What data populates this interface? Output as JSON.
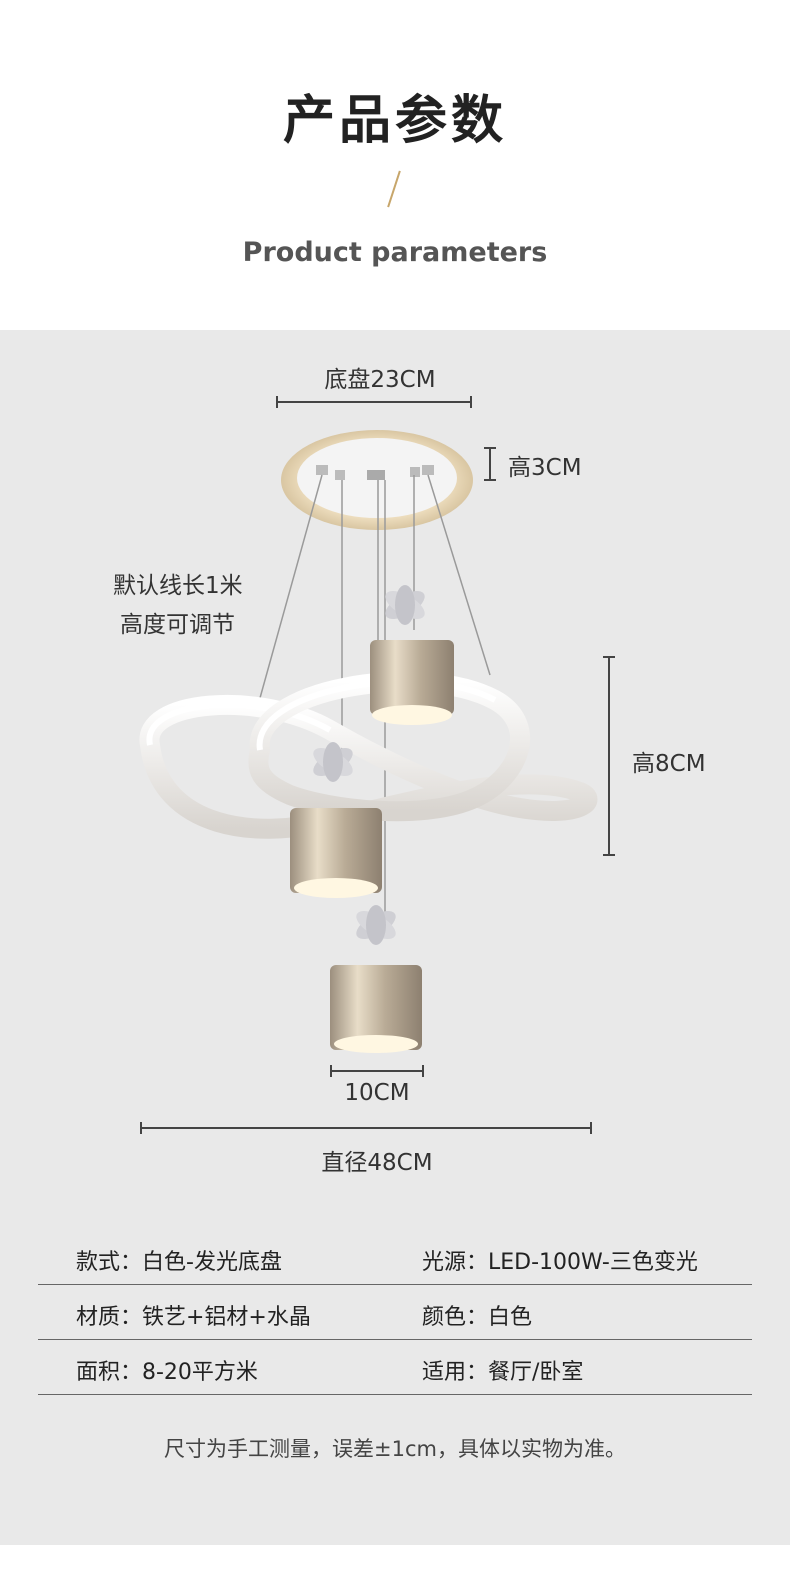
{
  "header": {
    "title_cn": "产品参数",
    "title_en": "Product parameters",
    "accent_color": "#c7a66b"
  },
  "diagram": {
    "base_width": "底盘23CM",
    "base_height": "高3CM",
    "cord_line1": "默认线长1米",
    "cord_line2": "高度可调节",
    "ring_height": "高8CM",
    "shade_width": "10CM",
    "diameter": "直径48CM"
  },
  "specs": [
    {
      "left": "款式：白色-发光底盘",
      "right": "光源：LED-100W-三色变光"
    },
    {
      "left": "材质：铁艺+铝材+水晶",
      "right": "颜色：白色"
    },
    {
      "left": "面积：8-20平方米",
      "right": "适用：餐厅/卧室"
    }
  ],
  "note": "尺寸为手工测量，误差±1cm，具体以实物为准。"
}
